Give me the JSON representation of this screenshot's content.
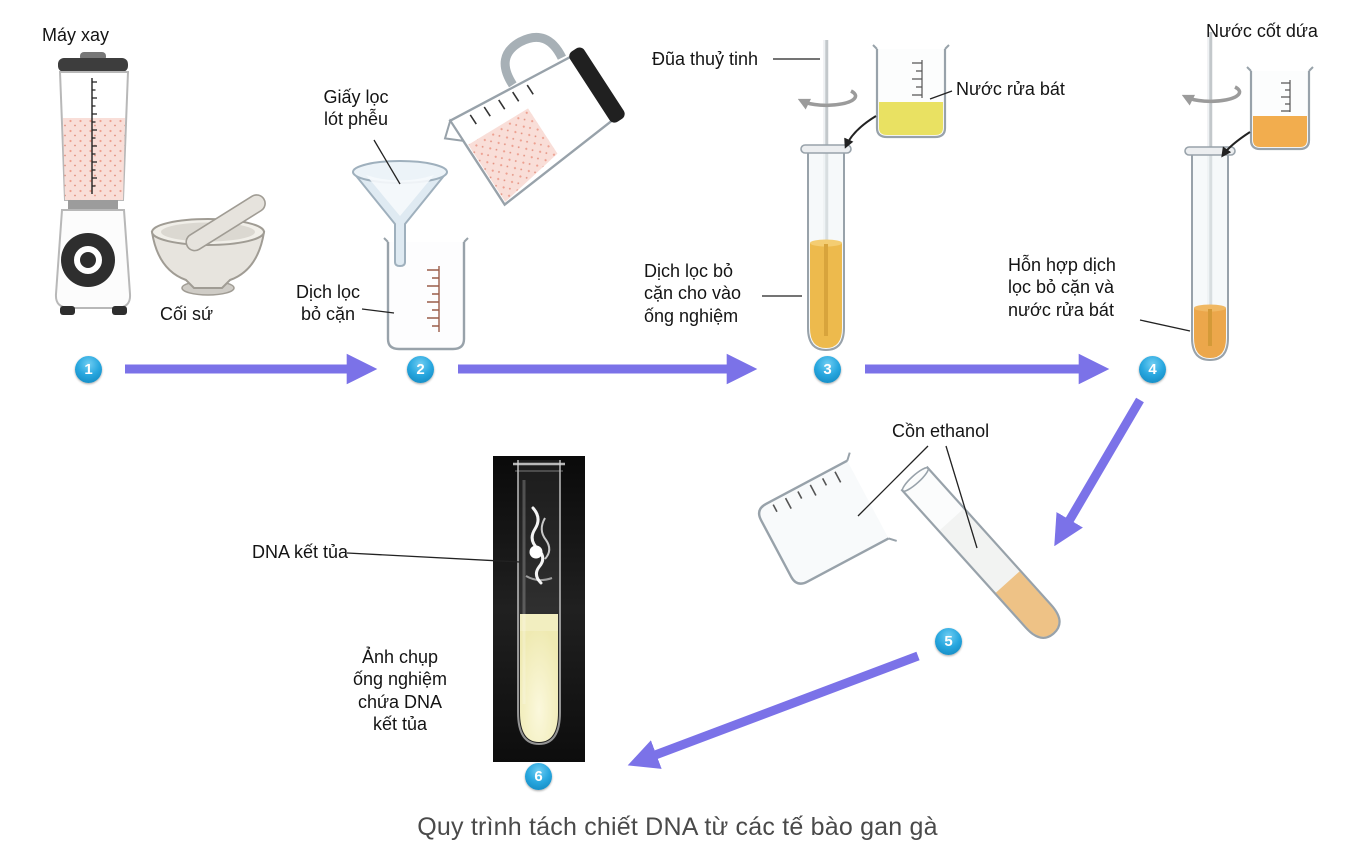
{
  "caption": "Quy trình tách chiết DNA từ các tế bào gan gà",
  "steps": [
    {
      "number": "1",
      "labels": {
        "blender": "Máy xay",
        "mortar": "Cối sứ"
      }
    },
    {
      "number": "2",
      "labels": {
        "filter_paper": "Giấy lọc lót phễu",
        "filtrate": "Dịch lọc bỏ cặn"
      }
    },
    {
      "number": "3",
      "labels": {
        "glass_rod": "Đũa thuỷ tinh",
        "dish_soap": "Nước rửa bát",
        "filtrate_into_tube": "Dịch lọc bỏ cặn cho vào ống nghiệm"
      }
    },
    {
      "number": "4",
      "labels": {
        "pineapple_juice": "Nước cốt dứa",
        "mixture": "Hỗn hợp dịch lọc bỏ cặn và nước rửa bát"
      }
    },
    {
      "number": "5",
      "labels": {
        "ethanol": "Cồn ethanol"
      }
    },
    {
      "number": "6",
      "labels": {
        "dna_precipitate": "DNA kết tủa",
        "photo_caption": "Ảnh chụp ống nghiệm chứa DNA kết tủa"
      }
    }
  ],
  "colors": {
    "arrow_purple": "#7b72e8",
    "badge_blue": "#28a7df",
    "soap_liquid": "#e9e162",
    "pineapple_liquid": "#f2ad4e",
    "tube3_liquid": "#edba4d",
    "mixture_liquid": "#eca74b",
    "dna_glow": "#efeab2",
    "blender_content": "#f9ded8"
  }
}
